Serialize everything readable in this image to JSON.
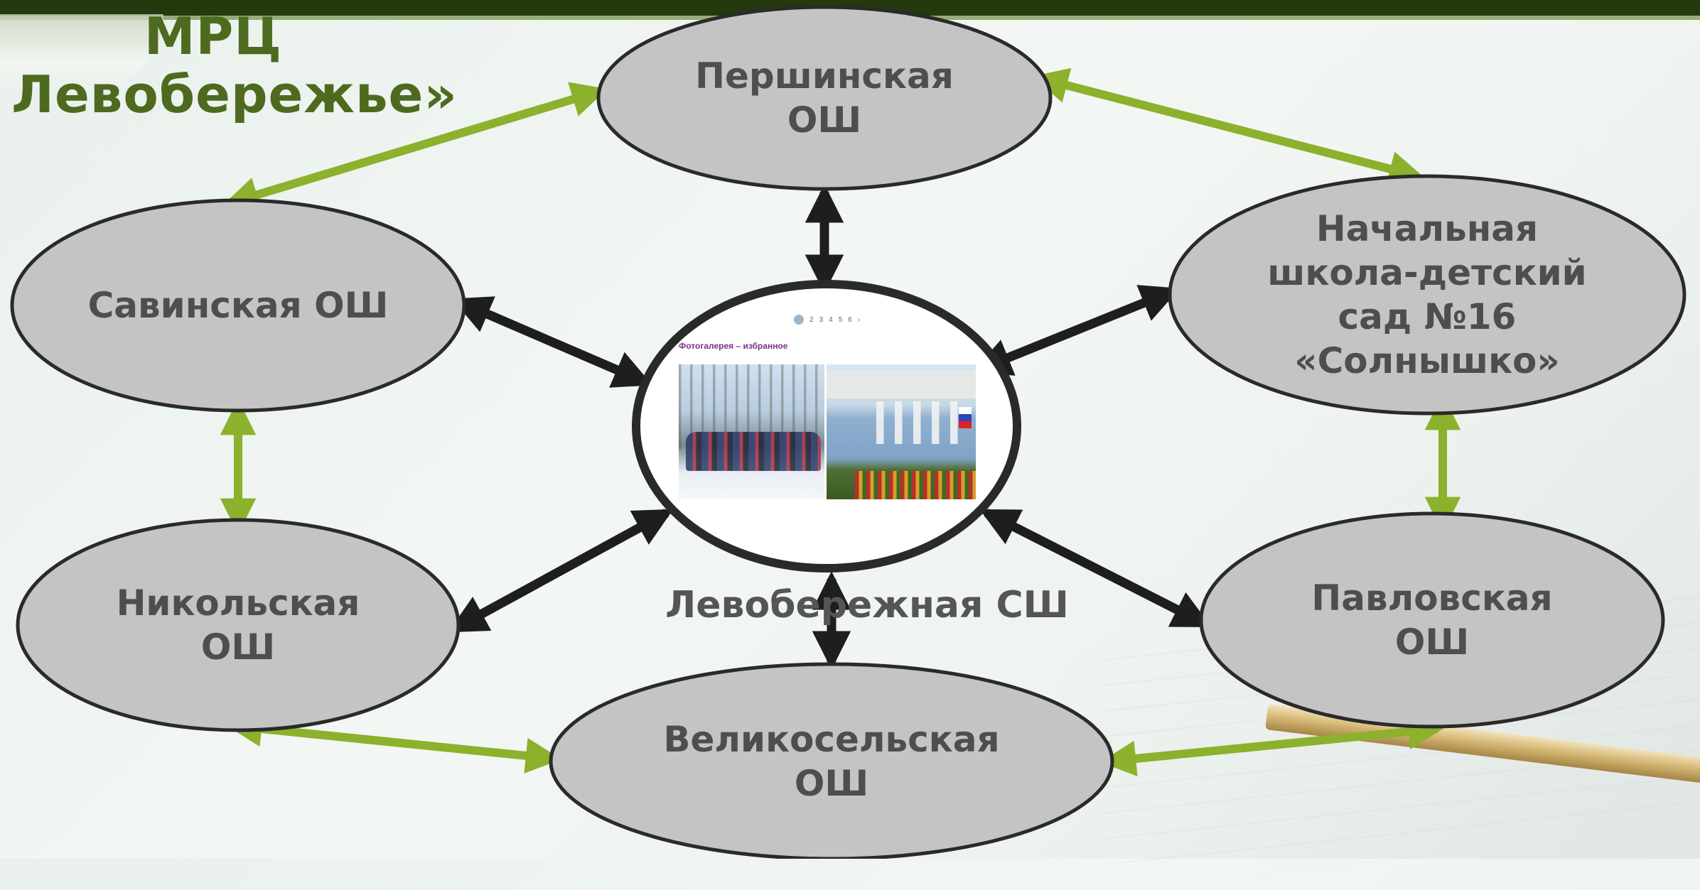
{
  "title": {
    "line1": "МРЦ",
    "line2": "Левобережье»"
  },
  "colors": {
    "title": "#4d6a1f",
    "node_fill": "#c4c4c4",
    "node_stroke": "#2a2a2a",
    "node_text": "#4e4e4e",
    "green_arrow": "#8bb12d",
    "black_arrow": "#1e1e1e",
    "top_bar": "#24390d"
  },
  "center": {
    "label": "Левобережная СШ",
    "caption": "Фотогалерея – избранное",
    "pagination": [
      "1",
      "2",
      "3",
      "4",
      "5",
      "6",
      "›"
    ]
  },
  "nodes": [
    {
      "id": "pershinskaya",
      "label": "Першинская\nОШ"
    },
    {
      "id": "savinskaya",
      "label": "Савинская ОШ"
    },
    {
      "id": "nachalnaya",
      "label": "Начальная\nшкола-детский\nсад №16\n«Солнышко»"
    },
    {
      "id": "nikolskaya",
      "label": "Никольская\nОШ"
    },
    {
      "id": "pavlovskaya",
      "label": "Павловская\nОШ"
    },
    {
      "id": "velikoselskaya",
      "label": "Великосельская\nОШ"
    }
  ],
  "links": [
    {
      "from": "pershinskaya",
      "to": "center",
      "style": "black"
    },
    {
      "from": "savinskaya",
      "to": "center",
      "style": "black"
    },
    {
      "from": "nachalnaya",
      "to": "center",
      "style": "black"
    },
    {
      "from": "nikolskaya",
      "to": "center",
      "style": "black"
    },
    {
      "from": "pavlovskaya",
      "to": "center",
      "style": "black"
    },
    {
      "from": "velikoselskaya",
      "to": "center",
      "style": "black"
    },
    {
      "from": "savinskaya",
      "to": "pershinskaya",
      "style": "green"
    },
    {
      "from": "pershinskaya",
      "to": "nachalnaya",
      "style": "green"
    },
    {
      "from": "savinskaya",
      "to": "nikolskaya",
      "style": "green"
    },
    {
      "from": "nachalnaya",
      "to": "pavlovskaya",
      "style": "green"
    },
    {
      "from": "nikolskaya",
      "to": "velikoselskaya",
      "style": "green"
    },
    {
      "from": "velikoselskaya",
      "to": "pavlovskaya",
      "style": "green"
    }
  ]
}
